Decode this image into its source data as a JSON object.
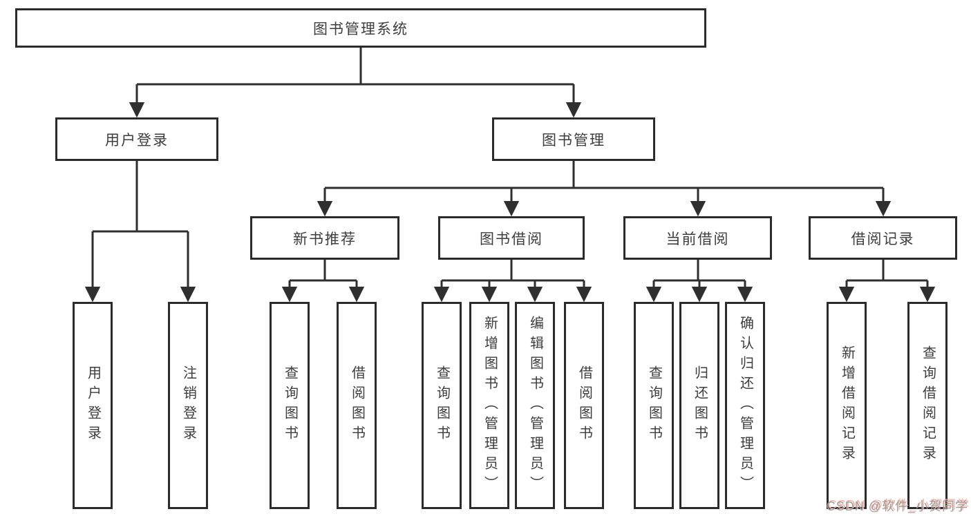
{
  "diagram": {
    "type": "functional-structure-tree",
    "background_color": "#ffffff",
    "line_color": "#2f2f2f",
    "box_border_color": "#2b2b2b",
    "text_color": "#3d3d3d",
    "arrow_style": "solid-triangle"
  },
  "nodes": {
    "root": {
      "label": "图书管理系统",
      "level": 1
    },
    "user_login": {
      "label": "用户登录",
      "level": 2
    },
    "book_mgmt": {
      "label": "图书管理",
      "level": 2
    },
    "new_book_rec": {
      "label": "新书推荐",
      "level": 3
    },
    "book_borrow": {
      "label": "图书借阅",
      "level": 3
    },
    "current_borrow": {
      "label": "当前借阅",
      "level": 3
    },
    "borrow_record": {
      "label": "借阅记录",
      "level": 3
    },
    "login": {
      "label": "用户登录",
      "level": 4
    },
    "logout": {
      "label": "注销登录",
      "level": 4
    },
    "rec_query": {
      "label": "查询图书",
      "level": 4
    },
    "rec_borrow": {
      "label": "借阅图书",
      "level": 4
    },
    "bb_query": {
      "label": "查询图书",
      "level": 4
    },
    "bb_add": {
      "label": "新增图书（管理员）",
      "level": 4
    },
    "bb_edit": {
      "label": "编辑图书（管理员）",
      "level": 4
    },
    "bb_borrow": {
      "label": "借阅图书",
      "level": 4
    },
    "cb_query": {
      "label": "查询图书",
      "level": 4
    },
    "cb_return": {
      "label": "归还图书",
      "level": 4
    },
    "cb_confirm": {
      "label": "确认归还（管理员）",
      "level": 4
    },
    "br_add": {
      "label": "新增借阅记录",
      "level": 4
    },
    "br_query": {
      "label": "查询借阅记录",
      "level": 4
    }
  },
  "tree": {
    "root": [
      "user_login",
      "book_mgmt"
    ],
    "user_login": [
      "login",
      "logout"
    ],
    "book_mgmt": [
      "new_book_rec",
      "book_borrow",
      "current_borrow",
      "borrow_record"
    ],
    "new_book_rec": [
      "rec_query",
      "rec_borrow"
    ],
    "book_borrow": [
      "bb_query",
      "bb_add",
      "bb_edit",
      "bb_borrow"
    ],
    "current_borrow": [
      "cb_query",
      "cb_return",
      "cb_confirm"
    ],
    "borrow_record": [
      "br_add",
      "br_query"
    ]
  },
  "watermark": {
    "text": "CSDN @软件_小贺同学",
    "color": "#9c9c9c",
    "shadow_color": "#f8b0a2"
  }
}
